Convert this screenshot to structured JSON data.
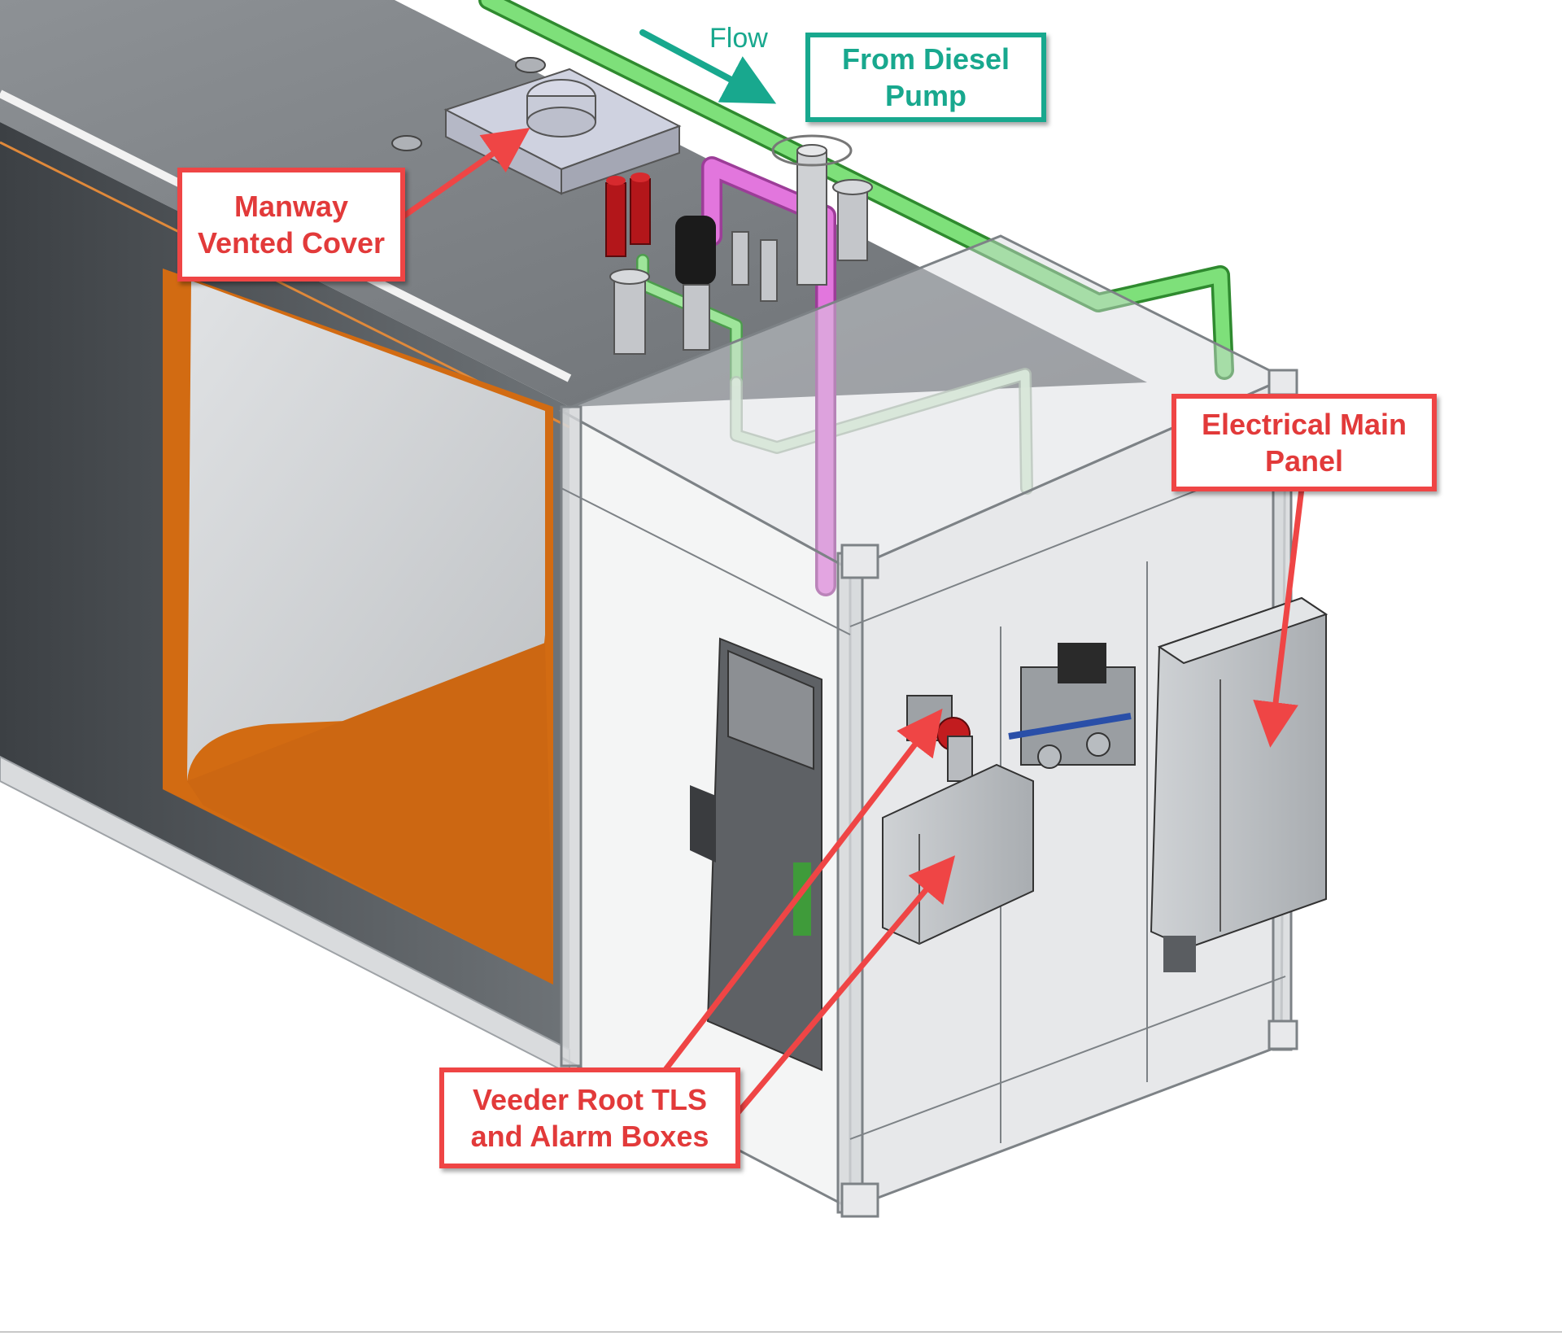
{
  "labels": {
    "flow": "Flow",
    "diesel_pump": "From Diesel\nPump",
    "manway": "Manway\nVented Cover",
    "electrical_panel": "Electrical Main\nPanel",
    "veeder_root": "Veeder Root TLS\nand Alarm Boxes"
  },
  "colors": {
    "callout_red": "#ef4545",
    "callout_teal": "#18a88e",
    "pipe_green": "#7ee07a",
    "pipe_magenta": "#e276dd",
    "tank_orange": "#d26b12",
    "tank_dark": "#555a5f"
  }
}
